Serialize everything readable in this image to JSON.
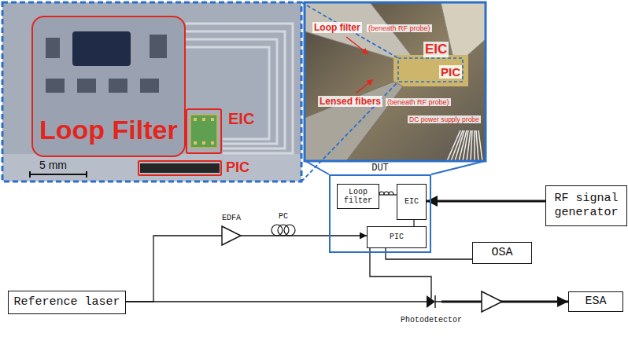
{
  "diagram": {
    "nodes": [
      {
        "text": [
          "Loop Filter"
        ]
      },
      {
        "text": [
          "EIC"
        ]
      },
      {
        "text": [
          "PIC"
        ]
      },
      {
        "text": [
          "DUT"
        ]
      },
      {
        "text": [
          "Loop filter"
        ],
        "in": 3
      },
      {
        "text": [
          "EIC"
        ],
        "in": 3
      },
      {
        "text": [
          "PIC"
        ],
        "in": 3
      },
      {
        "text": [
          "RF signal generator"
        ]
      },
      {
        "text": [
          "OSA"
        ]
      },
      {
        "text": [
          "Reference laser"
        ]
      },
      {
        "text": [
          "Photodetector"
        ]
      },
      {
        "text": [
          "ESA"
        ]
      }
    ],
    "edges": [
      {
        "from": 7,
        "to": 5,
        "arrow": "to"
      },
      {
        "from": 4,
        "to": 5,
        "arrow": "none"
      },
      {
        "from": 5,
        "to": 6,
        "arrow": "none"
      },
      {
        "from": 9,
        "to": 6,
        "arrow": "to"
      },
      {
        "from": 6,
        "to": 8,
        "arrow": "none"
      },
      {
        "from": 6,
        "to": 10,
        "arrow": "none"
      },
      {
        "from": 9,
        "to": 10,
        "arrow": "none"
      },
      {
        "from": 10,
        "to": 11,
        "arrow": "to"
      }
    ],
    "labels": [
      "5 mm",
      "Loop filter",
      "(beneath RF probe)",
      "EIC",
      "PIC",
      "Lensed fibers",
      "(beneath RF probe)",
      "DC power supply probe",
      "EDFA",
      "PC"
    ]
  }
}
